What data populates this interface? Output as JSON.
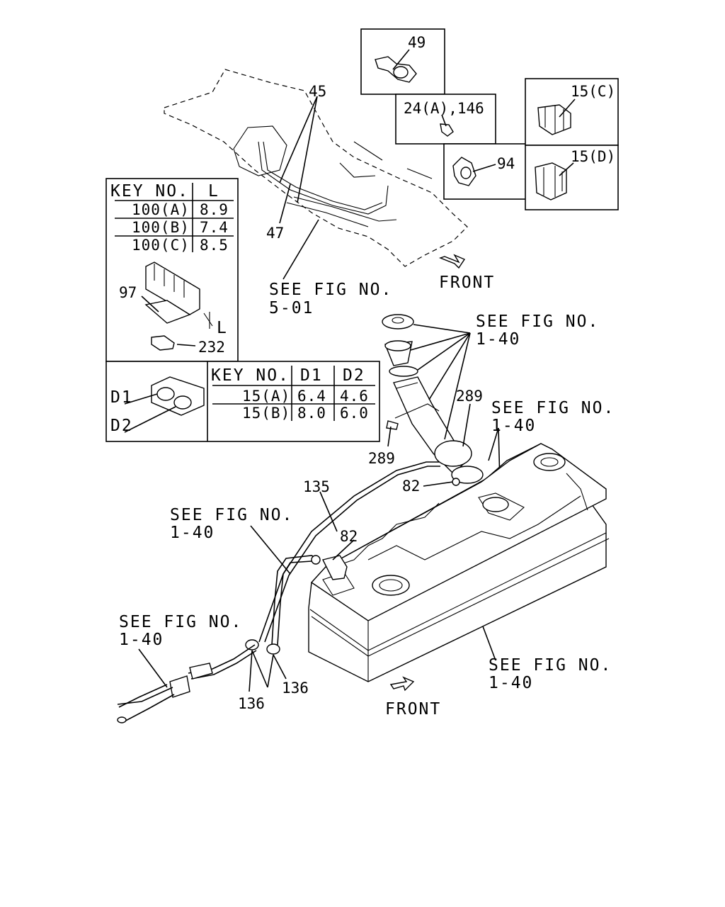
{
  "refs": {
    "see_fig_5_01": [
      "SEE FIG NO.",
      "5-01"
    ],
    "see_fig_1_40": [
      "SEE FIG NO.",
      "1-40"
    ]
  },
  "labels": {
    "front": "FRONT",
    "l_dim": "L"
  },
  "callouts": {
    "c49": "49",
    "c45": "45",
    "c47": "47",
    "c24": "24(A),146",
    "c15c": "15(C)",
    "c15d": "15(D)",
    "c94": "94",
    "c97": "97",
    "c232": "232",
    "c289a": "289",
    "c289b": "289",
    "c82a": "82",
    "c82b": "82",
    "c135": "135",
    "c136a": "136",
    "c136b": "136"
  },
  "table_l": {
    "headers": [
      "KEY NO.",
      "L"
    ],
    "rows": [
      [
        "100(A)",
        "8.9"
      ],
      [
        "100(B)",
        "7.4"
      ],
      [
        "100(C)",
        "8.5"
      ]
    ]
  },
  "table_d": {
    "headers": [
      "KEY NO.",
      "D1",
      "D2"
    ],
    "rows": [
      [
        "15(A)",
        "6.4",
        "4.6"
      ],
      [
        "15(B)",
        "8.0",
        "6.0"
      ]
    ],
    "d1_label": "D1",
    "d2_label": "D2"
  }
}
